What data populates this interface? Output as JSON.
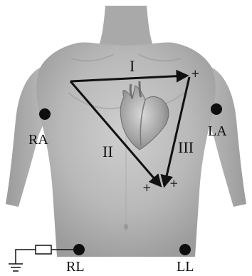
{
  "leads": {
    "lead_1": "I",
    "lead_2": "II",
    "lead_3": "III"
  },
  "electrodes": {
    "right_arm": "RA",
    "left_arm": "LA",
    "right_leg": "RL",
    "left_leg": "LL"
  },
  "polarity": {
    "plus_lead_1": "+",
    "plus_lead_2": "+",
    "plus_lead_3": "+"
  },
  "colors": {
    "background": "#ffffff",
    "body": "#b3b3b3",
    "triangle": "#111111",
    "electrode": "#0e0e0e",
    "heart": "#9a9a9a"
  },
  "icons": {
    "ground": "ground-icon",
    "resistor": "resistor-icon",
    "heart": "heart-illustration"
  }
}
